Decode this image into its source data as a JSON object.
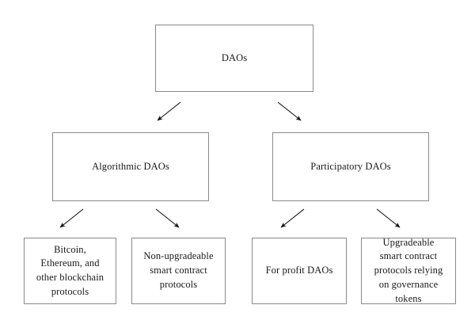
{
  "diagram": {
    "title": "DAOs taxonomy tree",
    "background_color": "#ffffff",
    "box_border_color": "#8a8a8a",
    "text_color": "#1a1a1a",
    "arrow_color": "#111111",
    "levels": 3,
    "nodes": {
      "root": {
        "label": "DAOs"
      },
      "algorithmic": {
        "label": "Algorithmic DAOs"
      },
      "participatory": {
        "label": "Participatory DAOs"
      },
      "blockchain_protocols": {
        "label": "Bitcoin,\nEthereum, and\nother blockchain\nprotocols"
      },
      "non_upgradeable": {
        "label": "Non-upgradeable\nsmart contract\nprotocols"
      },
      "for_profit": {
        "label": "For profit DAOs"
      },
      "upgradeable": {
        "label": "Upgradeable\nsmart contract\nprotocols relying\non governance\ntokens"
      }
    },
    "edges": [
      {
        "name": "root-to-algorithmic",
        "from": "root",
        "to": "algorithmic",
        "direction": "down-left"
      },
      {
        "name": "root-to-participatory",
        "from": "root",
        "to": "participatory",
        "direction": "down-right"
      },
      {
        "name": "algorithmic-to-blockchain-protocols",
        "from": "algorithmic",
        "to": "blockchain_protocols",
        "direction": "down-left"
      },
      {
        "name": "algorithmic-to-non-upgradeable",
        "from": "algorithmic",
        "to": "non_upgradeable",
        "direction": "down-right"
      },
      {
        "name": "participatory-to-for-profit",
        "from": "participatory",
        "to": "for_profit",
        "direction": "down-left"
      },
      {
        "name": "participatory-to-upgradeable",
        "from": "participatory",
        "to": "upgradeable",
        "direction": "down-right"
      }
    ]
  }
}
